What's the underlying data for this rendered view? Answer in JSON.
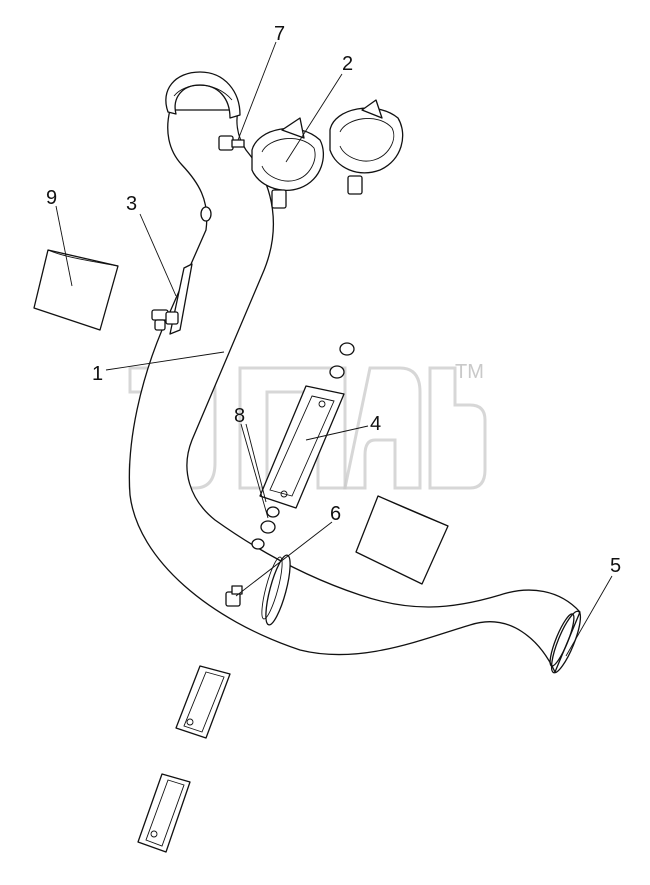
{
  "watermark": {
    "tm": "TM"
  },
  "callouts": [
    {
      "id": "1",
      "text": "1"
    },
    {
      "id": "2",
      "text": "2"
    },
    {
      "id": "3",
      "text": "3"
    },
    {
      "id": "4",
      "text": "4"
    },
    {
      "id": "5",
      "text": "5"
    },
    {
      "id": "6",
      "text": "6"
    },
    {
      "id": "7",
      "text": "7"
    },
    {
      "id": "8",
      "text": "8"
    },
    {
      "id": "9",
      "text": "9"
    }
  ]
}
